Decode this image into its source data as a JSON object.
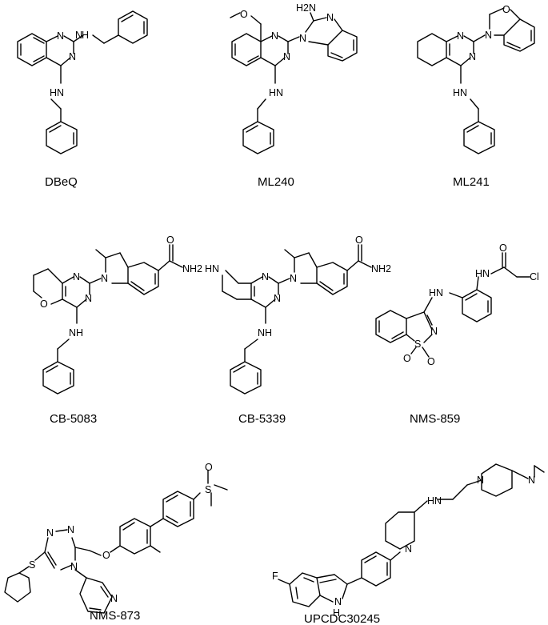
{
  "figure": {
    "compounds": [
      {
        "id": "dbeq",
        "label": "DBeQ",
        "atoms": [
          "N",
          "N",
          "H",
          "N",
          "HN"
        ]
      },
      {
        "id": "ml240",
        "label": "ML240",
        "atoms": [
          "O",
          "H2N",
          "N",
          "N",
          "N",
          "N",
          "HN"
        ]
      },
      {
        "id": "ml241",
        "label": "ML241",
        "atoms": [
          "O",
          "N",
          "N",
          "N",
          "HN"
        ]
      },
      {
        "id": "cb5083",
        "label": "CB-5083",
        "atoms": [
          "O",
          "NH2",
          "N",
          "N",
          "N",
          "O",
          "NH"
        ]
      },
      {
        "id": "cb5339",
        "label": "CB-5339",
        "atoms": [
          "O",
          "NH2",
          "H",
          "N",
          "N",
          "N",
          "N",
          "NH"
        ]
      },
      {
        "id": "nms859",
        "label": "NMS-859",
        "atoms": [
          "O",
          "HN",
          "Cl",
          "HN",
          "N",
          "S",
          "O",
          "O"
        ]
      },
      {
        "id": "nms873",
        "label": "NMS-873",
        "atoms": [
          "O",
          "S",
          "N",
          "N",
          "N",
          "O",
          "S",
          "N"
        ]
      },
      {
        "id": "upcdc30245",
        "label": "UPCDC30245",
        "atoms": [
          "HN",
          "N",
          "N",
          "N",
          "F",
          "N",
          "H"
        ]
      }
    ]
  }
}
